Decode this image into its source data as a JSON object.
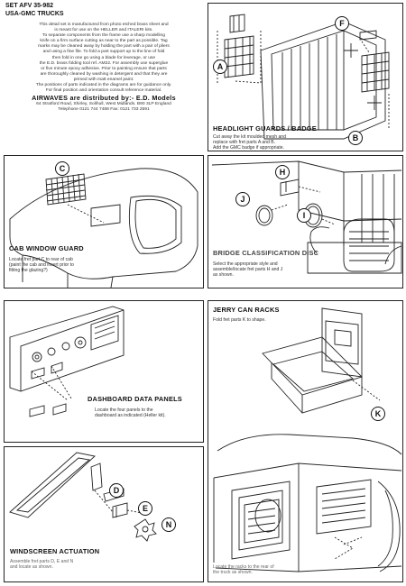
{
  "header": {
    "set_line": "SET    AFV 35-982",
    "title": "USA-GMC TRUCKS"
  },
  "intro": {
    "lines": [
      "This detail set is manufactured from photo etched brass sheet and",
      "is meant for use on the HELLER and ITALERI kits.",
      "To separate components from the frame use a sharp modelling",
      "knife on a firm surface cutting as near to the part as possible. Tag",
      "marks may be cleaned away by holding the part with a pair of pliers",
      "and using a fine file. To fold a part support up to the line of fold",
      "then fold in one go using a blade for leverage, or use",
      "the E.D. brass folding tool ref. AM22. For assembly use superglue",
      "or five minute epoxy adhesive. Prior to painting ensure that parts",
      "are thoroughly cleaned by washing in detergent and that they are",
      "primed with matt enamel paint.",
      "The positions of parts indicated in the diagrams are for guidance only.",
      "For final position and orientation consult reference material."
    ],
    "distributor": "AIRWAVES are distributed by:- E.D. Models",
    "address": "64 Stratford Road, Shirley, Solihull, West Midlands. B90 3LP England",
    "phone": "Telephone 0121 744 7488  Fax: 0121 733 2591"
  },
  "panels": {
    "headlight": {
      "title": "HEADLIGHT GUARDS / BADGE",
      "lines": [
        "Cut away the kit moulded mesh and",
        "replace with fret parts A and B.",
        "Add the GMC badge if appropriate."
      ],
      "callouts": [
        "A",
        "B",
        "F"
      ]
    },
    "cab_window": {
      "title": "CAB WINDOW GUARD",
      "lines": [
        "Locate fret part C to rear of cab",
        "(paint the cab and insert prior to",
        "fitting the glazing?)"
      ],
      "callouts": [
        "C"
      ]
    },
    "bridge": {
      "title": "BRIDGE CLASSIFICATION DISC",
      "lines": [
        "Select the appropriate style and",
        "assemble/locate fret parts H and J",
        "as shown."
      ],
      "callouts": [
        "H",
        "I",
        "J"
      ]
    },
    "dashboard": {
      "title": "DASHBOARD DATA PANELS",
      "lines": [
        "Locate the four panels to the",
        "dashboard as indicated (Heller kit)."
      ]
    },
    "jerry": {
      "title": "JERRY CAN RACKS",
      "lines": [
        "Fold fret parts K to shape."
      ],
      "callouts": [
        "K"
      ],
      "bottom_lines": [
        "Locate the racks to the rear of",
        "the truck as shown."
      ]
    },
    "windscreen": {
      "title": "WINDSCREEN ACTUATION",
      "lines": [
        "Assemble fret parts D, E and N",
        "and locate as shown."
      ],
      "callouts": [
        "D",
        "E",
        "N"
      ]
    }
  }
}
